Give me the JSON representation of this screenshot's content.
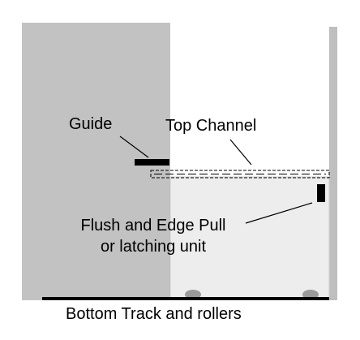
{
  "labels": {
    "guide": "Guide",
    "top_channel": "Top Channel",
    "pull_line1": "Flush and Edge Pull",
    "pull_line2": "or latching unit",
    "bottom": "Bottom Track and rollers"
  },
  "colors": {
    "wall_panel": "#c2c2c2",
    "door_panel": "#ededed",
    "door_outline": "#cfcfcf",
    "right_wall": "#bfbfbf",
    "hardware": "#000000",
    "roller": "#9a9a9a",
    "text": "#000000"
  }
}
